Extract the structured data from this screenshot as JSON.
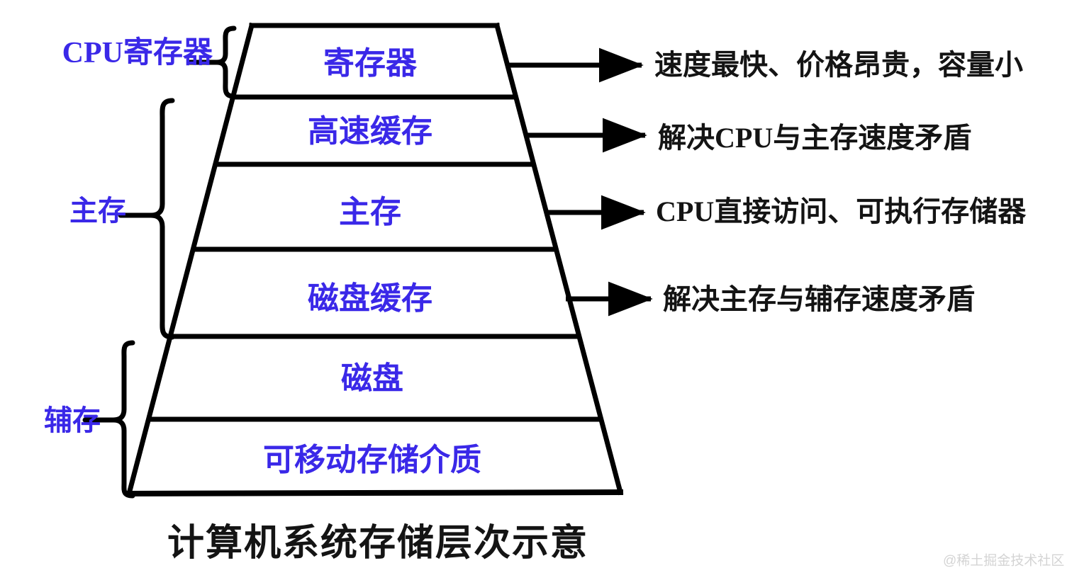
{
  "diagram": {
    "caption": "计算机系统存储层次示意",
    "watermark": "@稀土掘金技术社区",
    "colors": {
      "tier_label": "#3a28e8",
      "group_label": "#3a28e8",
      "note": "#141414",
      "outline": "#000000",
      "background": "#ffffff",
      "watermark": "#d4d4d4"
    },
    "tiers": [
      {
        "label": "寄存器"
      },
      {
        "label": "高速缓存"
      },
      {
        "label": "主存"
      },
      {
        "label": "磁盘缓存"
      },
      {
        "label": "磁盘"
      },
      {
        "label": "可移动存储介质"
      }
    ],
    "groups": [
      {
        "label": "CPU寄存器"
      },
      {
        "label": "主存"
      },
      {
        "label": "辅存"
      }
    ],
    "notes": [
      {
        "text": "速度最快、价格昂贵，容量小"
      },
      {
        "text": "解决CPU与主存速度矛盾"
      },
      {
        "text": "CPU直接访问、可执行存储器"
      },
      {
        "text": "解决主存与辅存速度矛盾"
      }
    ]
  }
}
